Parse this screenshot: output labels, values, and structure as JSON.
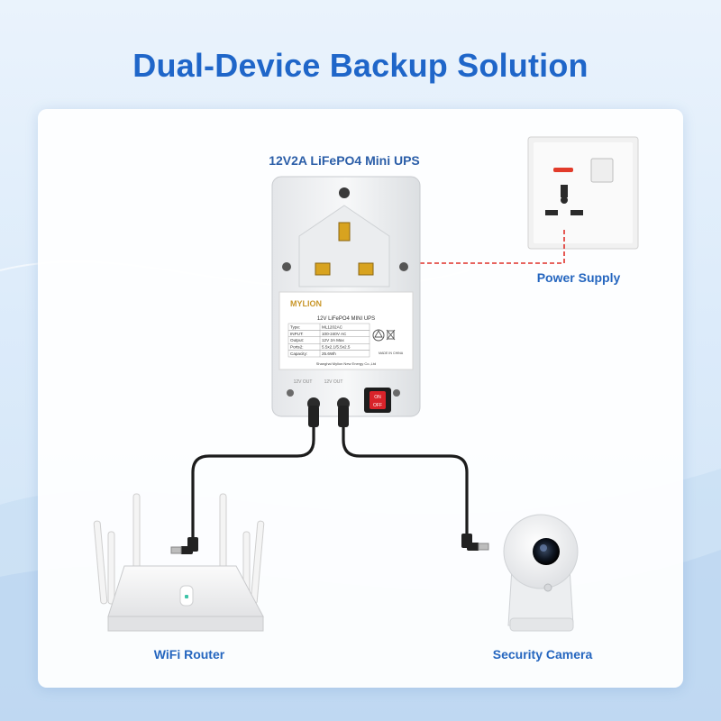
{
  "page": {
    "title": "Dual-Device Backup Solution"
  },
  "labels": {
    "ups": "12V2A LiFePO4 Mini UPS",
    "power_supply": "Power Supply",
    "router": "WiFi Router",
    "camera": "Security Camera"
  },
  "ups_device": {
    "brand": "MYLION",
    "model_line": "12V LiFePO4 MINI UPS",
    "specs": [
      {
        "key": "Type:",
        "value": "ML1202AC"
      },
      {
        "key": "INPUT:",
        "value": "100-240V AC"
      },
      {
        "key": "Output:",
        "value": "12V 2A Max"
      },
      {
        "key": "Ports2:",
        "value": "5.5x2.1/5.5x2.5"
      },
      {
        "key": "Capacity:",
        "value": "25.6Wh"
      }
    ],
    "made_in": "MADE IN CHINA",
    "manufacturer": "Shanghai Mylion New Energy Co.,Ltd",
    "port_1": "12V OUT",
    "port_2": "12V OUT",
    "switch_on": "ON",
    "switch_off": "OFF"
  },
  "colors": {
    "title": "#1f66c9",
    "label": "#2566bf",
    "dashed_line": "#e0302a",
    "switch": "#d8232a",
    "cable": "#1c1c1c"
  }
}
